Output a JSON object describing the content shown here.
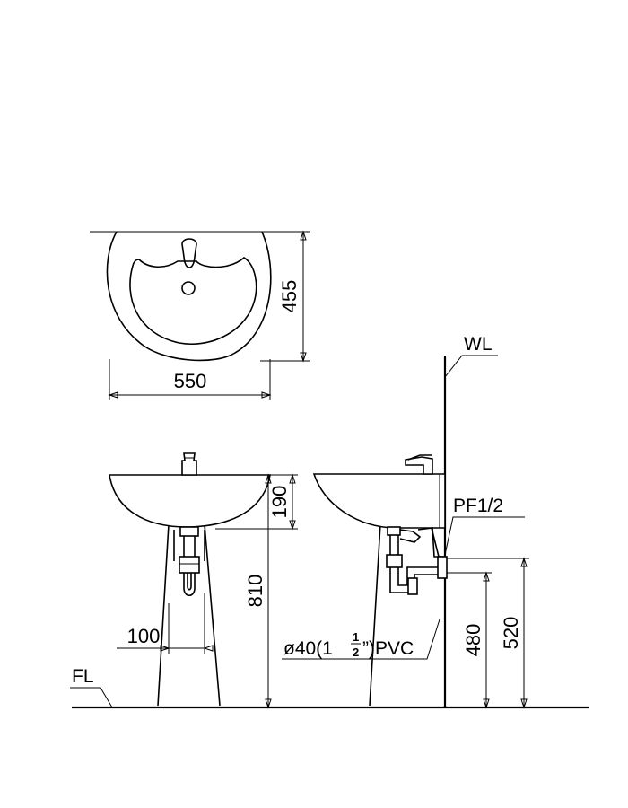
{
  "dimensions": {
    "top_width": "550",
    "top_depth": "455",
    "bowl_height": "190",
    "rim_height": "810",
    "pedestal_spacing": "100",
    "inlet_height": "520",
    "outlet_height": "480"
  },
  "labels": {
    "wall_line": "WL",
    "floor_line": "FL",
    "inlet_thread": "PF1/2",
    "drain_pipe_prefix": "ø40(1",
    "drain_frac_num": "1",
    "drain_frac_den": "2",
    "drain_pipe_suffix": "”)PVC"
  }
}
